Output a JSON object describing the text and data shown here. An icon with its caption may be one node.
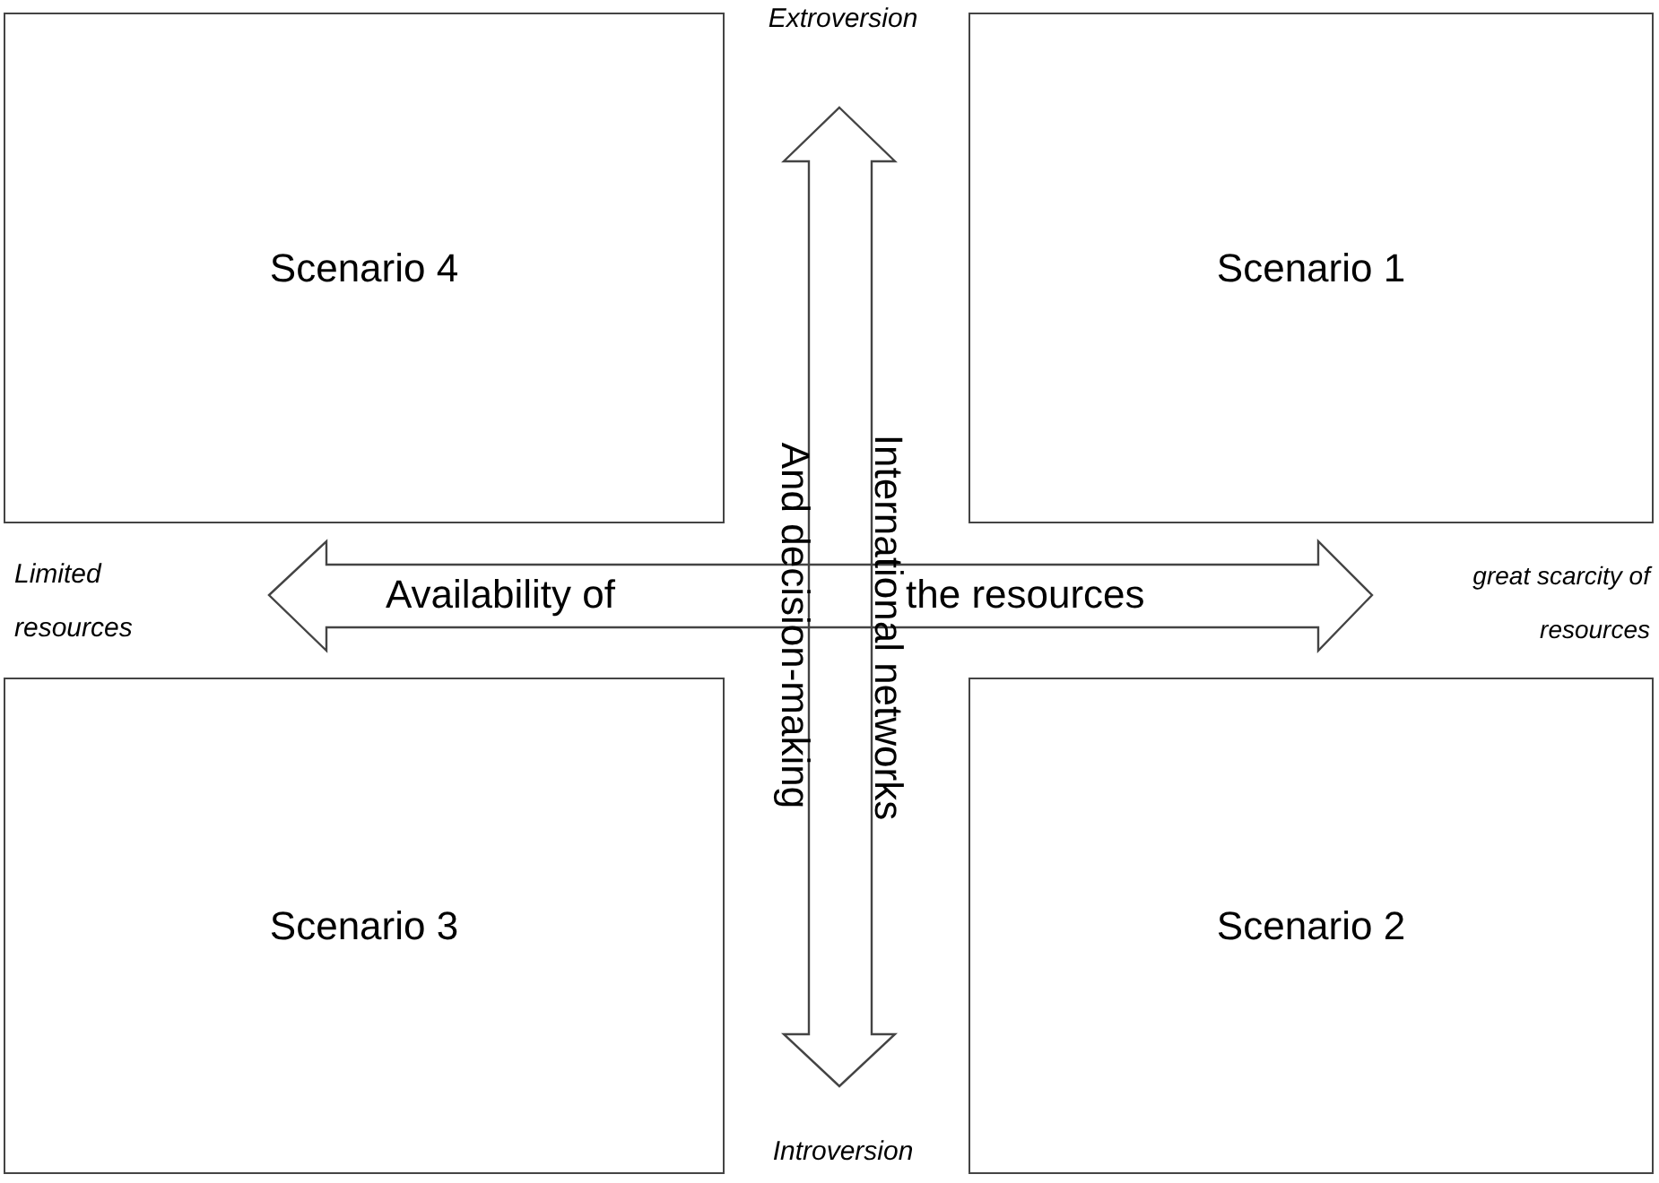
{
  "diagram": {
    "nodes": [
      {
        "text": [
          "Scenario 4"
        ]
      },
      {
        "text": [
          "Scenario 1"
        ]
      },
      {
        "text": [
          "Scenario 3"
        ]
      },
      {
        "text": [
          "Scenario 2"
        ]
      }
    ],
    "labels": [
      "Extroversion",
      "Limited resources",
      "Availability of",
      "the resources",
      "great scarcity of resources",
      "And decision-making",
      "International networks",
      "Introversion"
    ]
  }
}
